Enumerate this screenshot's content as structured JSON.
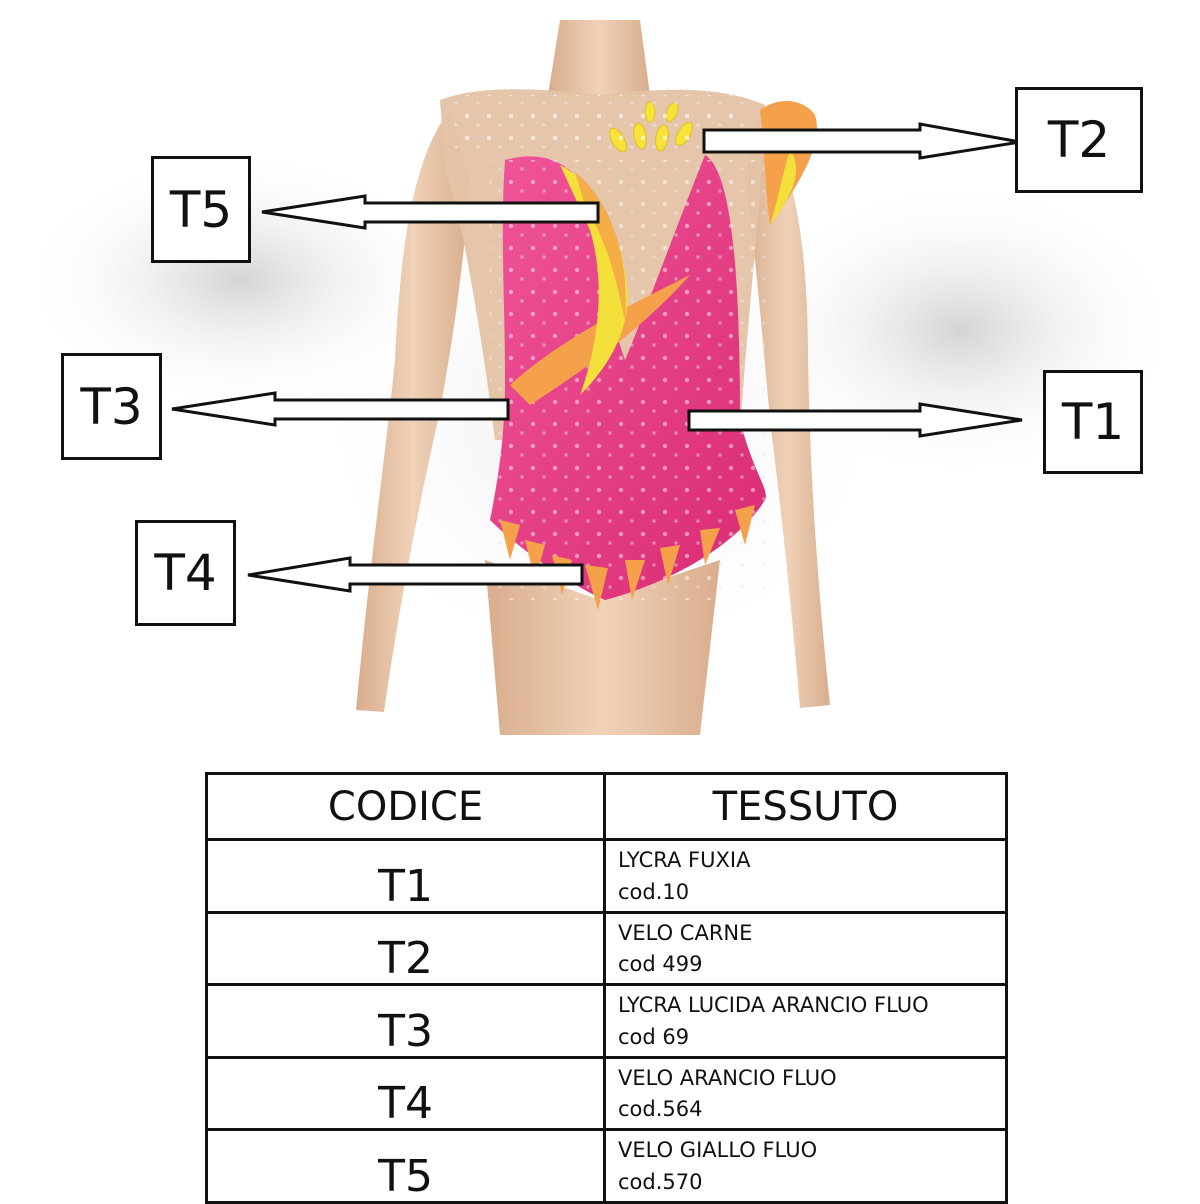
{
  "labels": {
    "t1": "T1",
    "t2": "T2",
    "t3": "T3",
    "t4": "T4",
    "t5": "T5"
  },
  "table": {
    "headers": [
      "CODICE",
      "TESSUTO"
    ],
    "rows": [
      {
        "code": "T1",
        "line1": "LYCRA FUXIA",
        "line2": "cod.10"
      },
      {
        "code": "T2",
        "line1": "VELO CARNE",
        "line2": "cod 499"
      },
      {
        "code": "T3",
        "line1": "LYCRA LUCIDA  ARANCIO FLUO",
        "line2": "cod 69"
      },
      {
        "code": "T4",
        "line1": "VELO ARANCIO FLUO",
        "line2": "cod.564"
      },
      {
        "code": "T5",
        "line1": "VELO GIALLO FLUO",
        "line2": "cod.570"
      }
    ]
  },
  "colors": {
    "fuchsia": "#e8397f",
    "orange": "#f5a04a",
    "yellow": "#f5e03a",
    "skin": "#e9c7a9",
    "mesh": "#e3bfa3"
  }
}
